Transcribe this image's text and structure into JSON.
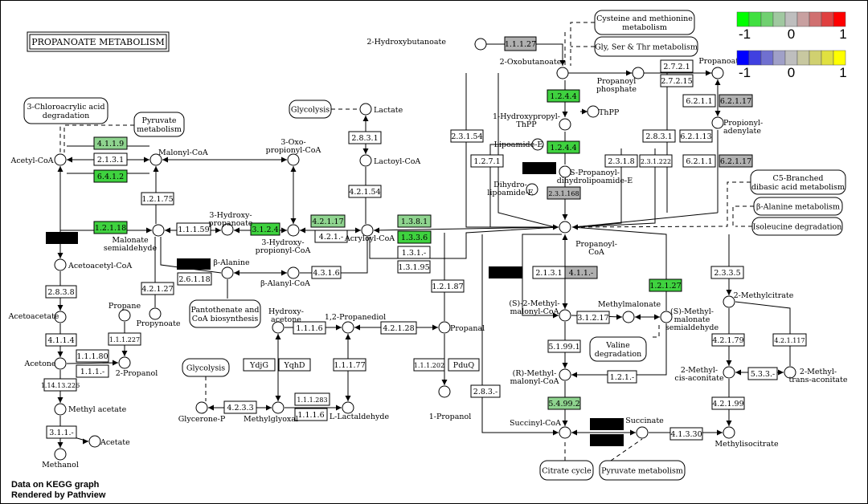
{
  "title": "PROPANOATE METABOLISM",
  "footer": {
    "line1": "Data on KEGG graph",
    "line2": "Rendered by Pathview"
  },
  "colors": {
    "green": "#3fd23f",
    "palegreen": "#8fd48f",
    "gray": "#b0b0b0",
    "white": "#ffffff",
    "black": "#000000"
  },
  "legend": {
    "top": {
      "min": "-1",
      "mid": "0",
      "max": "1",
      "colors": [
        "#00ff00",
        "#40e040",
        "#70d070",
        "#a0c8a0",
        "#bebebe",
        "#c8a0a0",
        "#d07070",
        "#e04040",
        "#ff0000"
      ]
    },
    "bottom": {
      "min": "-1",
      "mid": "0",
      "max": "1",
      "colors": [
        "#0000ff",
        "#4040e0",
        "#7070d0",
        "#a0a0c8",
        "#bebebe",
        "#c8c8a0",
        "#d0d070",
        "#e0e040",
        "#ffff00"
      ]
    }
  },
  "enzymes": [
    {
      "id": "e1",
      "label": "1.1.1.27",
      "fill": "gray"
    },
    {
      "id": "e2",
      "label": "2.7.2.1",
      "fill": "white"
    },
    {
      "id": "e3",
      "label": "2.7.2.15",
      "fill": "white"
    },
    {
      "id": "e4",
      "label": "1.2.4.4",
      "fill": "green"
    },
    {
      "id": "e5",
      "label": "1.2.4.4",
      "fill": "green"
    },
    {
      "id": "e6",
      "label": "6.2.1.1",
      "fill": "white"
    },
    {
      "id": "e7",
      "label": "6.2.1.17",
      "fill": "gray"
    },
    {
      "id": "e8",
      "label": "2.8.3.1",
      "fill": "white"
    },
    {
      "id": "e9",
      "label": "6.2.1.13",
      "fill": "white"
    },
    {
      "id": "e10",
      "label": "6.2.1.1",
      "fill": "white"
    },
    {
      "id": "e11",
      "label": "6.2.1.17",
      "fill": "gray"
    },
    {
      "id": "e12",
      "label": "2.3.1.54",
      "fill": "white"
    },
    {
      "id": "e13",
      "label": "1.2.7.1",
      "fill": "white"
    },
    {
      "id": "e14",
      "label": "2.3.1.8",
      "fill": "white"
    },
    {
      "id": "e15",
      "label": "2.3.1.222",
      "fill": "white"
    },
    {
      "id": "e16",
      "label": "2.3.1.168",
      "fill": "gray"
    },
    {
      "id": "e17",
      "label": "4.1.1.9",
      "fill": "palegreen"
    },
    {
      "id": "e18",
      "label": "2.1.3.1",
      "fill": "white"
    },
    {
      "id": "e19",
      "label": "6.4.1.2",
      "fill": "green"
    },
    {
      "id": "e20",
      "label": "1.2.1.75",
      "fill": "white"
    },
    {
      "id": "e21",
      "label": "1.2.1.18",
      "fill": "green"
    },
    {
      "id": "e22",
      "label": "1.1.1.59",
      "fill": "white"
    },
    {
      "id": "e23",
      "label": "3.1.2.4",
      "fill": "green"
    },
    {
      "id": "e24",
      "label": "4.2.1.17",
      "fill": "palegreen"
    },
    {
      "id": "e25",
      "label": "4.2.1.-",
      "fill": "white"
    },
    {
      "id": "e26",
      "label": "2.8.3.1",
      "fill": "white"
    },
    {
      "id": "e27",
      "label": "4.2.1.54",
      "fill": "white"
    },
    {
      "id": "e28",
      "label": "1.3.8.1",
      "fill": "palegreen"
    },
    {
      "id": "e29",
      "label": "1.3.3.6",
      "fill": "green"
    },
    {
      "id": "e30",
      "label": "1.3.1.-",
      "fill": "white"
    },
    {
      "id": "e31",
      "label": "1.3.1.95",
      "fill": "white"
    },
    {
      "id": "e32",
      "label": "2.6.1.18",
      "fill": "white"
    },
    {
      "id": "e33",
      "label": "4.3.1.6",
      "fill": "white"
    },
    {
      "id": "e34",
      "label": "4.2.1.27",
      "fill": "white"
    },
    {
      "id": "e35",
      "label": "2.8.3.8",
      "fill": "white"
    },
    {
      "id": "e36",
      "label": "4.1.1.4",
      "fill": "white"
    },
    {
      "id": "e37",
      "label": "1.1.1.80",
      "fill": "white"
    },
    {
      "id": "e38",
      "label": "1.1.1.-",
      "fill": "white"
    },
    {
      "id": "e39",
      "label": "1.1.1.227",
      "fill": "white"
    },
    {
      "id": "e40",
      "label": "1.14.13.226",
      "fill": "white"
    },
    {
      "id": "e41",
      "label": "3.1.1.-",
      "fill": "white"
    },
    {
      "id": "e42",
      "label": "1.1.1.6",
      "fill": "white"
    },
    {
      "id": "e43",
      "label": "4.2.1.28",
      "fill": "white"
    },
    {
      "id": "e44",
      "label": "1.1.1.77",
      "fill": "white"
    },
    {
      "id": "e45",
      "label": "YdjG",
      "fill": "white"
    },
    {
      "id": "e46",
      "label": "YqhD",
      "fill": "white"
    },
    {
      "id": "e47",
      "label": "4.2.3.3",
      "fill": "white"
    },
    {
      "id": "e48",
      "label": "1.1.1.283",
      "fill": "white"
    },
    {
      "id": "e49",
      "label": "1.1.1.6",
      "fill": "white"
    },
    {
      "id": "e50",
      "label": "1.2.1.87",
      "fill": "white"
    },
    {
      "id": "e51",
      "label": "1.1.1.202",
      "fill": "white"
    },
    {
      "id": "e52",
      "label": "PduQ",
      "fill": "white"
    },
    {
      "id": "e53",
      "label": "2.1.3.1",
      "fill": "white"
    },
    {
      "id": "e54",
      "label": "4.1.1.-",
      "fill": "gray"
    },
    {
      "id": "e55",
      "label": "1.2.1.27",
      "fill": "green"
    },
    {
      "id": "e56",
      "label": "3.1.2.17",
      "fill": "white"
    },
    {
      "id": "e57",
      "label": "5.1.99.1",
      "fill": "white"
    },
    {
      "id": "e58",
      "label": "1.2.1.-",
      "fill": "white"
    },
    {
      "id": "e59",
      "label": "5.4.99.2",
      "fill": "palegreen"
    },
    {
      "id": "e60",
      "label": "2.8.3.-",
      "fill": "white"
    },
    {
      "id": "e61",
      "label": "4.1.3.30",
      "fill": "white"
    },
    {
      "id": "e62",
      "label": "2.3.3.5",
      "fill": "white"
    },
    {
      "id": "e63",
      "label": "4.2.1.79",
      "fill": "white"
    },
    {
      "id": "e64",
      "label": "4.2.1.117",
      "fill": "white"
    },
    {
      "id": "e65",
      "label": "5.3.3.-",
      "fill": "white"
    },
    {
      "id": "e66",
      "label": "4.2.1.99",
      "fill": "white"
    }
  ],
  "compounds": [
    {
      "id": "c1",
      "label": "2-Hydroxybutanoate"
    },
    {
      "id": "c2",
      "label": "2-Oxobutanoate"
    },
    {
      "id": "c3",
      "label": "Propanoate"
    },
    {
      "id": "c4",
      "label": "Propanoyl phosphate"
    },
    {
      "id": "c5",
      "label": "1-Hydroxypropyl-ThPP"
    },
    {
      "id": "c6",
      "label": "ThPP"
    },
    {
      "id": "c7",
      "label": "Lipoamide-E"
    },
    {
      "id": "c8",
      "label": "S-Propanoyl-dihydrolipoamide-E"
    },
    {
      "id": "c9",
      "label": "Dihydro-lipoamide-E"
    },
    {
      "id": "c10",
      "label": "Propionyl-adenylate"
    },
    {
      "id": "c11",
      "label": "Propanoyl-CoA"
    },
    {
      "id": "c12",
      "label": "Lactate"
    },
    {
      "id": "c13",
      "label": "Lactoyl-CoA"
    },
    {
      "id": "c14",
      "label": "Acetyl-CoA"
    },
    {
      "id": "c15",
      "label": "Malonyl-CoA"
    },
    {
      "id": "c16",
      "label": "3-Oxo-propionyl-CoA"
    },
    {
      "id": "c17",
      "label": "Malonate semialdehyde"
    },
    {
      "id": "c18",
      "label": "3-Hydroxy-propanoate"
    },
    {
      "id": "c19",
      "label": "3-Hydroxy-propionyl-CoA"
    },
    {
      "id": "c20",
      "label": "Acryloyl-CoA"
    },
    {
      "id": "c21",
      "label": "β-Alanine"
    },
    {
      "id": "c22",
      "label": "β-Alanyl-CoA"
    },
    {
      "id": "c23",
      "label": "Acetoacetyl-CoA"
    },
    {
      "id": "c24",
      "label": "Acetoacetate"
    },
    {
      "id": "c25",
      "label": "Acetone"
    },
    {
      "id": "c26",
      "label": "Propane"
    },
    {
      "id": "c27",
      "label": "Propynoate"
    },
    {
      "id": "c28",
      "label": "2-Propanol"
    },
    {
      "id": "c29",
      "label": "Methyl acetate"
    },
    {
      "id": "c30",
      "label": "Acetate"
    },
    {
      "id": "c31",
      "label": "Methanol"
    },
    {
      "id": "c32",
      "label": "Hydroxy-acetone"
    },
    {
      "id": "c33",
      "label": "1,2-Propanediol"
    },
    {
      "id": "c34",
      "label": "Propanal"
    },
    {
      "id": "c35",
      "label": "1-Propanol"
    },
    {
      "id": "c36",
      "label": "Glycerone-P"
    },
    {
      "id": "c37",
      "label": "Methylglyoxal"
    },
    {
      "id": "c38",
      "label": "L-Lactaldehyde"
    },
    {
      "id": "c39",
      "label": "(S)-2-Methyl-malonyl-CoA"
    },
    {
      "id": "c40",
      "label": "Methylmalonate"
    },
    {
      "id": "c41",
      "label": "(S)-Methyl-malonate semialdehyde"
    },
    {
      "id": "c42",
      "label": "(R)-Methyl-malonyl-CoA"
    },
    {
      "id": "c43",
      "label": "Succinyl-CoA"
    },
    {
      "id": "c44",
      "label": "Succinate"
    },
    {
      "id": "c45",
      "label": "2-Methylcitrate"
    },
    {
      "id": "c46",
      "label": "2-Methyl-cis-aconitate"
    },
    {
      "id": "c47",
      "label": "2-Methyl-trans-aconitate"
    },
    {
      "id": "c48",
      "label": "Methylisocitrate"
    }
  ],
  "maps": [
    {
      "id": "m1",
      "label": "Cysteine and methionine metabolism"
    },
    {
      "id": "m2",
      "label": "Gly, Ser & Thr metabolism"
    },
    {
      "id": "m3",
      "label": "3-Chloroacrylic acid degradation"
    },
    {
      "id": "m4",
      "label": "Pyruvate metabolism"
    },
    {
      "id": "m5",
      "label": "Glycolysis"
    },
    {
      "id": "m6",
      "label": "C5-Branched dibasic acid metabolism"
    },
    {
      "id": "m7",
      "label": "β-Alanine metabolism"
    },
    {
      "id": "m8",
      "label": "Isoleucine degradation"
    },
    {
      "id": "m9",
      "label": "Pantothenate and CoA biosynthesis"
    },
    {
      "id": "m10",
      "label": "Glycolysis"
    },
    {
      "id": "m11",
      "label": "Valine degradation"
    },
    {
      "id": "m12",
      "label": "Citrate cycle"
    },
    {
      "id": "m13",
      "label": "Pyruvate metabolism"
    }
  ]
}
